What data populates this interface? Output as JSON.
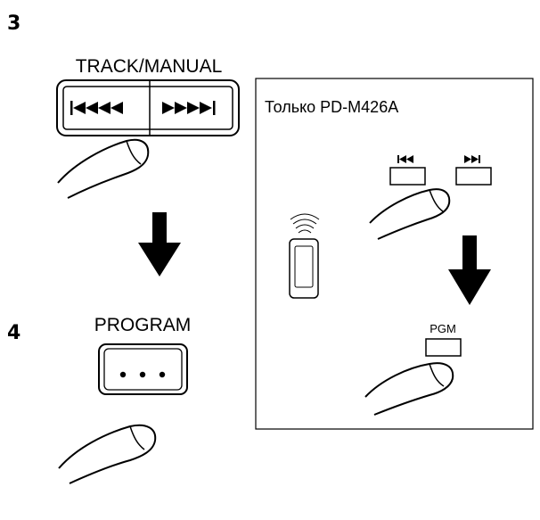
{
  "steps": {
    "step3_number": "3",
    "step4_number": "4"
  },
  "main": {
    "track_manual_label": "TRACK/MANUAL",
    "program_label": "PROGRAM",
    "program_dots": "• • •"
  },
  "remote_panel": {
    "title": "Только PD-M426A",
    "pgm_label": "PGM"
  },
  "icons": {
    "track_prev": "skip-back-icon",
    "track_next": "skip-forward-icon",
    "arrow": "down-arrow-icon",
    "finger": "finger-press-icon",
    "remote": "remote-control-icon"
  }
}
